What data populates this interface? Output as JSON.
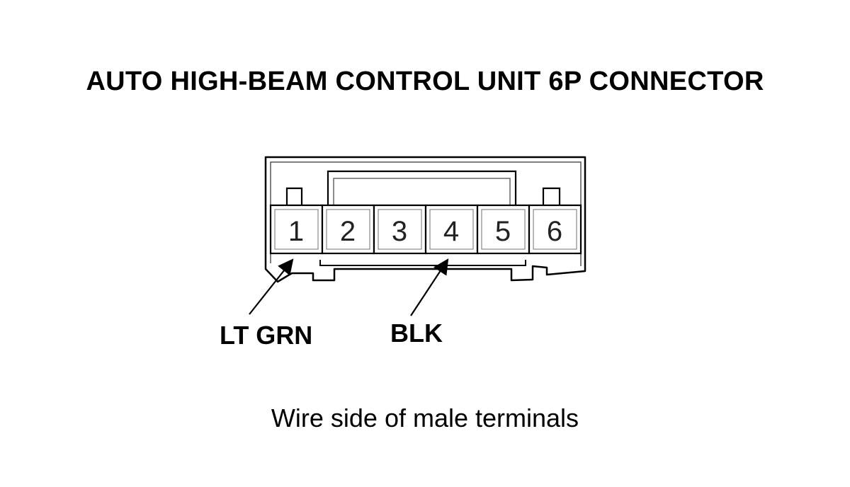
{
  "title": "AUTO HIGH-BEAM CONTROL UNIT 6P CONNECTOR",
  "connector": {
    "pins": [
      {
        "number": "1"
      },
      {
        "number": "2"
      },
      {
        "number": "3"
      },
      {
        "number": "4"
      },
      {
        "number": "5"
      },
      {
        "number": "6"
      }
    ]
  },
  "wires": [
    {
      "pin": "1",
      "color": "LT GRN"
    },
    {
      "pin": "4",
      "color": "BLK"
    }
  ],
  "footer": "Wire side of male terminals",
  "colors": {
    "outline": "#000000",
    "cavity": "#555555",
    "background": "#ffffff"
  }
}
